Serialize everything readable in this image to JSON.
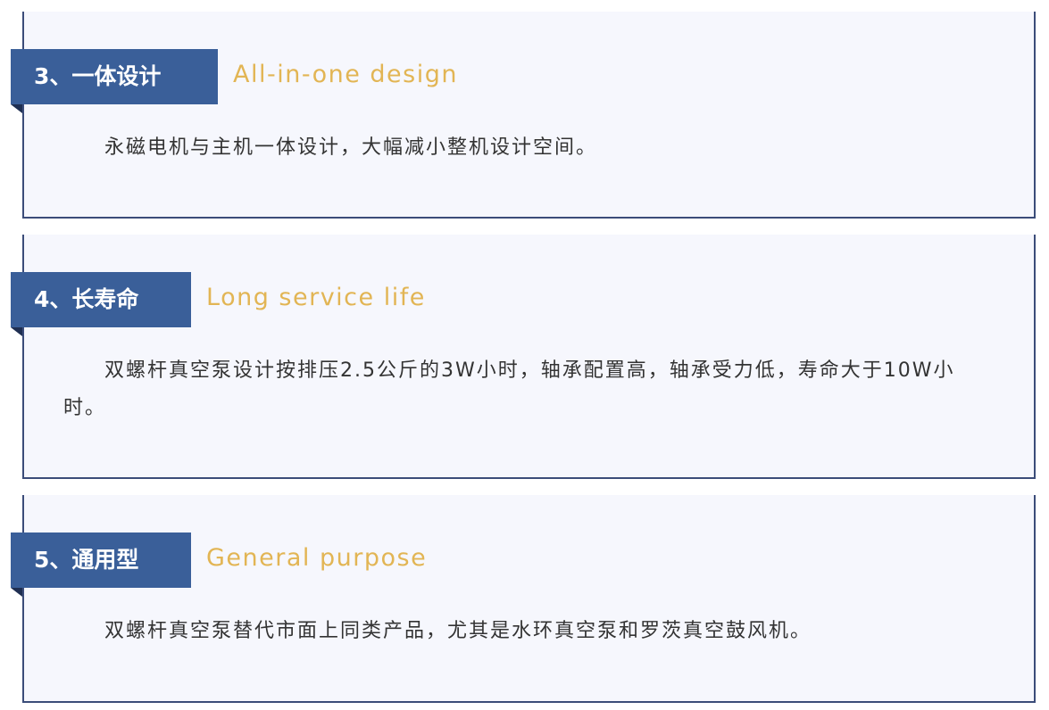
{
  "sections": [
    {
      "number_title": "3、一体设计",
      "subtitle": "All-in-one design",
      "body": "永磁电机与主机一体设计，大幅减小整机设计空间。"
    },
    {
      "number_title": "4、长寿命",
      "subtitle": "Long service life",
      "body": "双螺杆真空泵设计按排压2.5公斤的3W小时，轴承配置高，轴承受力低，寿命大于10W小时。"
    },
    {
      "number_title": "5、通用型",
      "subtitle": "General purpose",
      "body": "双螺杆真空泵替代市面上同类产品，尤其是水环真空泵和罗茨真空鼓风机。"
    }
  ],
  "colors": {
    "badge": "#3a5f99",
    "subtitle": "#e2b554",
    "card_border": "#3b4c79",
    "card_background": "#f6f7fd"
  }
}
